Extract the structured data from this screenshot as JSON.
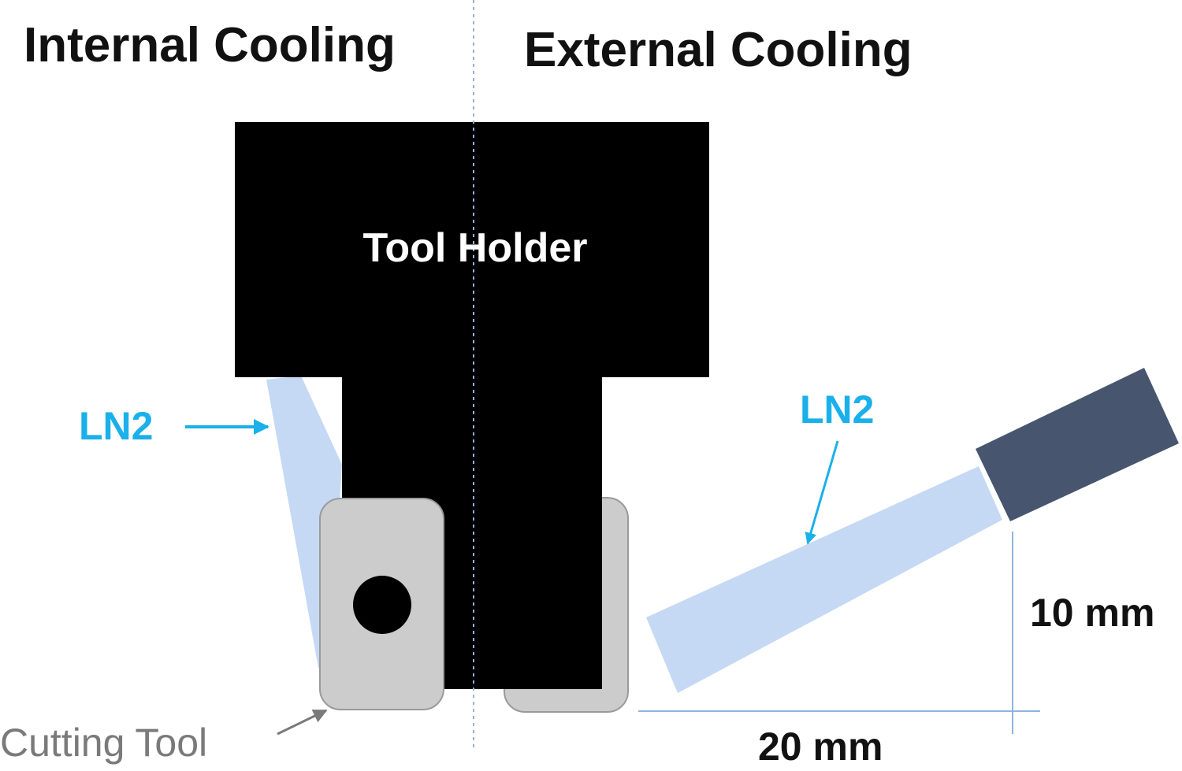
{
  "titles": {
    "left": "Internal Cooling",
    "right": "External Cooling"
  },
  "labels": {
    "tool_holder": "Tool Holder",
    "ln2_internal": "LN2",
    "ln2_external": "LN2",
    "cutting_tool": "Cutting Tool",
    "dim_vertical": "10 mm",
    "dim_horizontal": "20 mm"
  },
  "colors": {
    "holder": "#000000",
    "ln2_stream": "#c5d9f5",
    "ln2_text": "#1ab0ea",
    "insert": "#cccccc",
    "insert_border": "#9a9a9a",
    "nozzle": "#47566e",
    "guide": "#8fb3e0",
    "tool_text": "#7a7a7a"
  },
  "icons": {
    "insert_hole": "circle",
    "pointer": "arrow"
  }
}
